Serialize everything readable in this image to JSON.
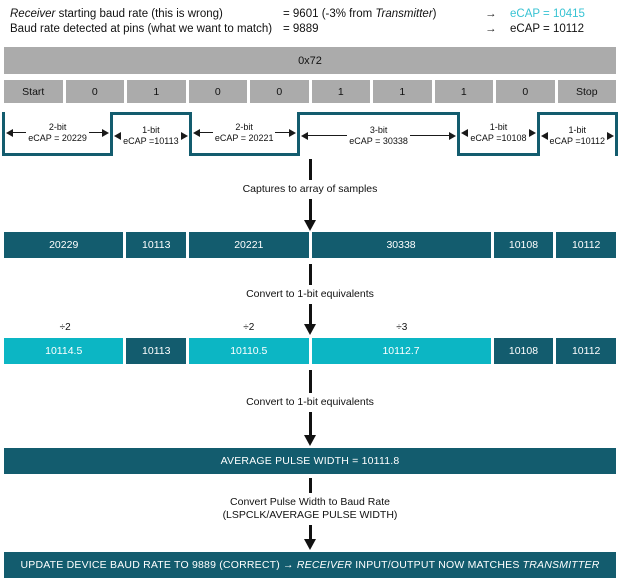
{
  "colors": {
    "teal_dark": "#135C6E",
    "cyan_bright": "#0CB6C4",
    "cyan_text": "#38C3D3",
    "gray_bar": "#ABABAB"
  },
  "header": {
    "row1": {
      "label_italic": "Receiver",
      "label_rest": " starting baud rate (this is wrong)",
      "value_pre": "= 9601 (-3% from ",
      "value_italic": "Transmitter",
      "value_post": ")",
      "arrow": "→",
      "ecap": "eCAP = 10415"
    },
    "row2": {
      "label": "Baud rate detected at pins (what we want to match)",
      "value": "= 9889",
      "arrow": "→",
      "ecap": "eCAP = 10112"
    }
  },
  "byte_bar": {
    "label": "0x72"
  },
  "bit_bar": {
    "cells": [
      "Start",
      "0",
      "1",
      "0",
      "0",
      "1",
      "1",
      "1",
      "0",
      "Stop"
    ]
  },
  "waveform": {
    "segments": [
      {
        "bits": "2-bit",
        "ecap": "eCAP = 20229",
        "level": "low",
        "units": 2
      },
      {
        "bits": "1-bit",
        "ecap": "eCAP =10113",
        "level": "high",
        "units": 1
      },
      {
        "bits": "2-bit",
        "ecap": "eCAP = 20221",
        "level": "low",
        "units": 2
      },
      {
        "bits": "3-bit",
        "ecap": "eCAP = 30338",
        "level": "high",
        "units": 3
      },
      {
        "bits": "1-bit",
        "ecap": "eCAP =10108",
        "level": "low",
        "units": 1
      },
      {
        "bits": "1-bit",
        "ecap": "eCAP =10112",
        "level": "high",
        "units": 1
      }
    ]
  },
  "flow1": {
    "label": "Captures to array of samples"
  },
  "sample_bar": {
    "cells": [
      "20229",
      "10113",
      "20221",
      "30338",
      "10108",
      "10112"
    ]
  },
  "flow2": {
    "label": "Convert to 1-bit equivalents"
  },
  "divisors": [
    {
      "label": "÷2"
    },
    {
      "label": "÷2"
    },
    {
      "label": "÷3"
    }
  ],
  "converted_bar": {
    "cells": [
      {
        "value": "10114.5",
        "highlight": true
      },
      {
        "value": "10113",
        "highlight": false
      },
      {
        "value": "10110.5",
        "highlight": true
      },
      {
        "value": "10112.7",
        "highlight": true
      },
      {
        "value": "10108",
        "highlight": false
      },
      {
        "value": "10112",
        "highlight": false
      }
    ]
  },
  "flow3": {
    "label": "Convert to 1-bit equivalents"
  },
  "average_bar": {
    "label": "AVERAGE PULSE WIDTH = 10111.8"
  },
  "flow4": {
    "line1": "Convert Pulse Width to Baud Rate",
    "line2": "(LSPCLK/AVERAGE PULSE WIDTH)"
  },
  "final_bar": {
    "pre": "UPDATE DEVICE BAUD RATE TO 9889 (CORRECT) → ",
    "italic1": "RECEIVER",
    "mid": " INPUT/OUTPUT NOW MATCHES ",
    "italic2": "TRANSMITTER"
  }
}
